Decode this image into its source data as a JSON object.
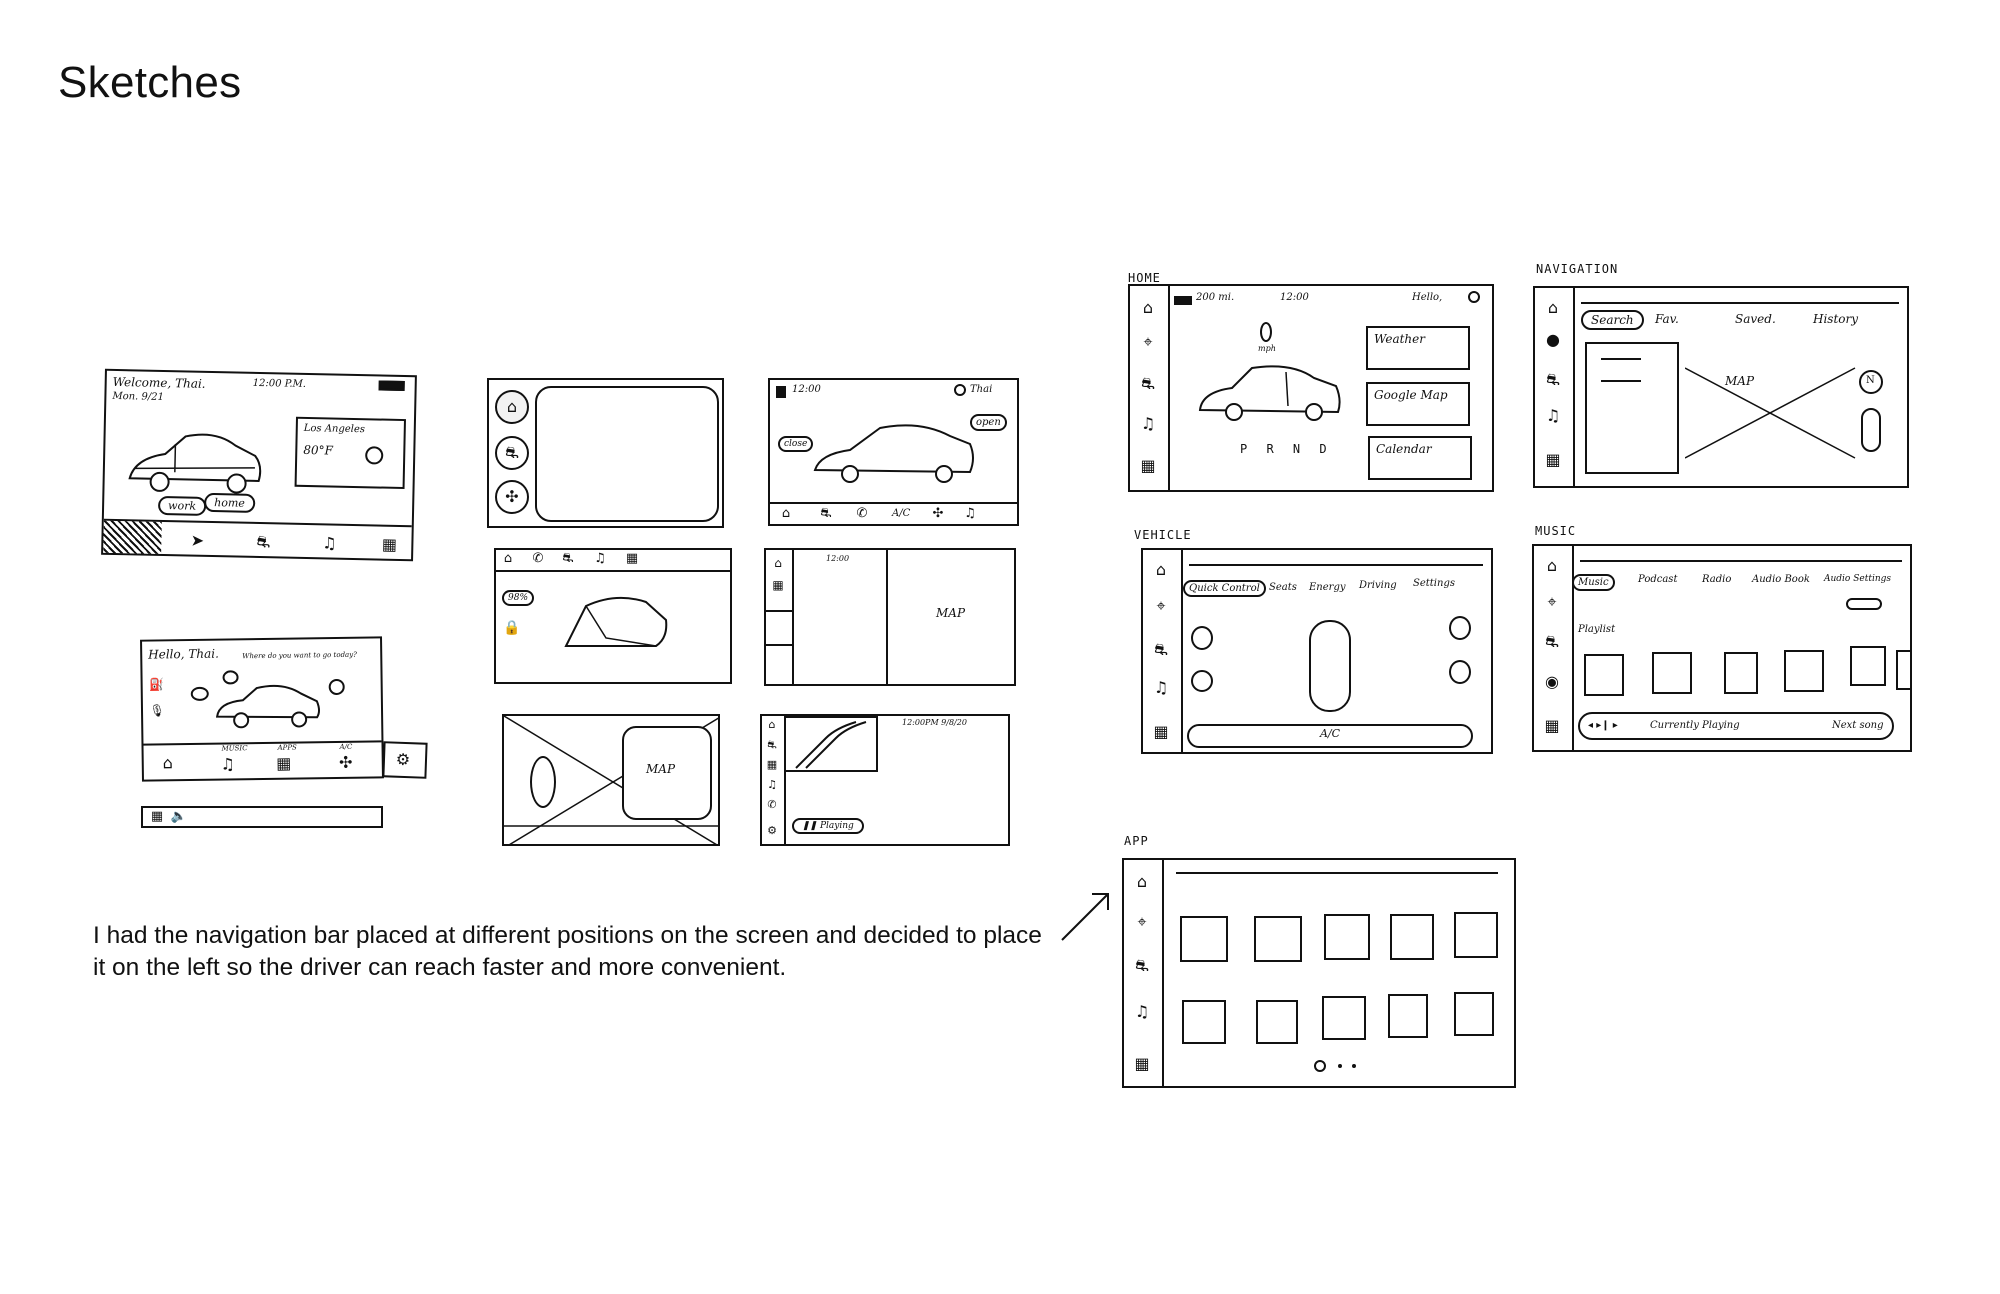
{
  "page": {
    "title": "Sketches",
    "note": "I had the navigation bar placed at different positions on the screen and decided to place it on the left so the driver can reach faster and more convenient."
  },
  "sketch1": {
    "welcome": "Welcome, Thai.",
    "date": "Mon. 9/21",
    "time": "12:00 P.M.",
    "city": "Los Angeles",
    "temp": "80°F",
    "work": "work",
    "home": "home"
  },
  "sketch2": {
    "greeting": "Hello, Thai.",
    "question": "Where do you want to go today?",
    "music": "MUSIC",
    "apps": "APPS",
    "ac": "A/C"
  },
  "sketch4": {
    "time": "12:00",
    "user": "Thai",
    "close": "close",
    "open": "open",
    "ac": "A/C"
  },
  "sketch5": {
    "battery": "98%"
  },
  "sketch6": {
    "time": "12:00",
    "map": "MAP"
  },
  "sketch7": {
    "map": "MAP"
  },
  "sketch8": {
    "datetime": "12:00PM  9/8/20",
    "playing": "Playing"
  },
  "home": {
    "label": "HOME",
    "range": "200 mi.",
    "time": "12:00",
    "hello": "Hello,",
    "unit": "mph",
    "gears": "P R N D",
    "widgets": [
      "Weather",
      "Google Map",
      "Calendar"
    ]
  },
  "navigation": {
    "label": "NAVIGATION",
    "tabs": [
      "Search",
      "Fav.",
      "Saved.",
      "History"
    ],
    "map": "MAP",
    "compass": "N"
  },
  "vehicle": {
    "label": "VEHICLE",
    "tabs": [
      "Quick Control",
      "Seats",
      "Energy",
      "Driving",
      "Settings"
    ],
    "ac": "A/C"
  },
  "music": {
    "label": "MUSIC",
    "tabs": [
      "Music",
      "Podcast",
      "Radio",
      "Audio Book",
      "Audio Settings"
    ],
    "playlist": "Playlist",
    "now_playing": "Currently Playing",
    "next": "Next song"
  },
  "app": {
    "label": "APP"
  }
}
